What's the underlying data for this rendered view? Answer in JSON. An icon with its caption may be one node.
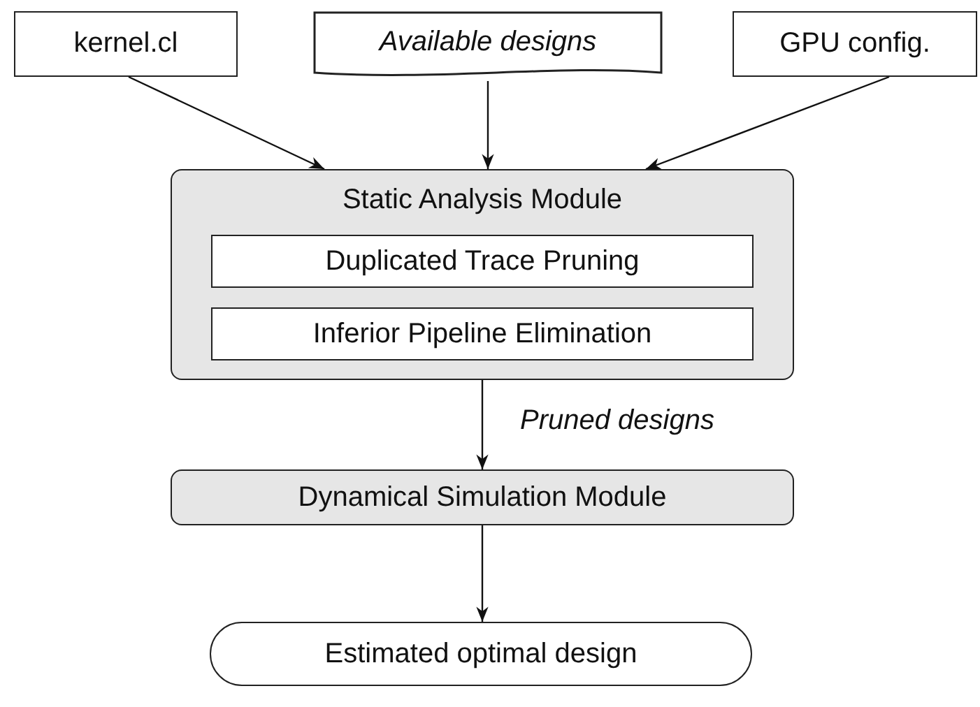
{
  "diagram": {
    "nodes": [
      {
        "text": [
          "kernel.cl"
        ]
      },
      {
        "text": [
          "Available designs"
        ]
      },
      {
        "text": [
          "GPU config."
        ]
      },
      {
        "text": [
          "Static Analysis Module"
        ]
      },
      {
        "text": [
          "Duplicated Trace Pruning"
        ],
        "in": 3
      },
      {
        "text": [
          "Inferior Pipeline Elimination"
        ],
        "in": 3
      },
      {
        "text": [
          "Dynamical Simulation Module"
        ]
      },
      {
        "text": [
          "Estimated optimal design"
        ]
      }
    ],
    "edges": [
      {
        "from": 0,
        "to": 3,
        "arrow": "to"
      },
      {
        "from": 1,
        "to": 3,
        "arrow": "to"
      },
      {
        "from": 2,
        "to": 3,
        "arrow": "to"
      },
      {
        "from": 3,
        "to": 6,
        "arrow": "to",
        "label": "Pruned designs"
      },
      {
        "from": 6,
        "to": 7,
        "arrow": "to"
      }
    ]
  }
}
